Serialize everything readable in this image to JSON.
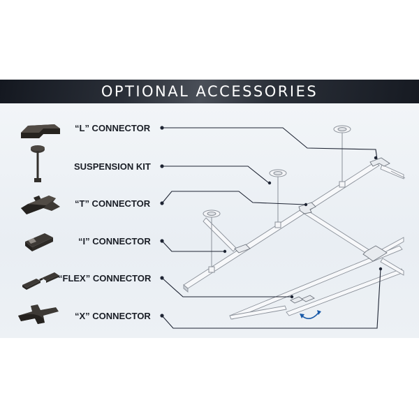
{
  "banner": {
    "title": "OPTIONAL ACCESSORIES"
  },
  "accessories": [
    {
      "label": "“L” CONNECTOR"
    },
    {
      "label": "SUSPENSION KIT"
    },
    {
      "label": "“T” CONNECTOR"
    },
    {
      "label": "“I” CONNECTOR"
    },
    {
      "label": "“FLEX” CONNECTOR"
    },
    {
      "label": "“X” CONNECTOR"
    }
  ],
  "colors": {
    "banner_dark": "#141820",
    "panel_bg": "#eef2f6",
    "label_text": "#1a1e26",
    "leader_line": "#1e2433",
    "accessory_part": "#3a3632",
    "track_outline": "#8a9099"
  }
}
